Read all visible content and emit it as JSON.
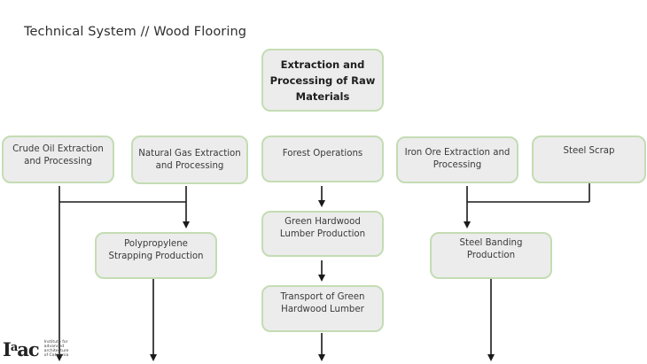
{
  "title": "Technical System // Wood Flooring",
  "colors": {
    "node_fill": "#ececec",
    "node_border": "#c4dcb4",
    "connector": "#1a1a1a"
  },
  "nodes": {
    "root": "Extraction and Processing of Raw Materials",
    "crude_oil": "Crude Oil Extraction and Processing",
    "natural_gas": "Natural Gas Extraction and Processing",
    "forest": "Forest Operations",
    "iron_ore": "Iron Ore Extraction and Processing",
    "steel_scrap": "Steel Scrap",
    "polypropylene": "Polypropylene Strapping Production",
    "green_lumber": "Green Hardwood Lumber Production",
    "transport": "Transport of Green Hardwood Lumber",
    "steel_banding": "Steel Banding Production"
  },
  "edges": [
    {
      "from": "crude_oil",
      "to": "polypropylene"
    },
    {
      "from": "natural_gas",
      "to": "polypropylene"
    },
    {
      "from": "crude_oil",
      "to": "continues-below"
    },
    {
      "from": "polypropylene",
      "to": "continues-below"
    },
    {
      "from": "forest",
      "to": "green_lumber"
    },
    {
      "from": "green_lumber",
      "to": "transport"
    },
    {
      "from": "transport",
      "to": "continues-below"
    },
    {
      "from": "iron_ore",
      "to": "steel_banding"
    },
    {
      "from": "steel_scrap",
      "to": "steel_banding"
    },
    {
      "from": "steel_banding",
      "to": "continues-below"
    }
  ],
  "logo": {
    "mark_main": "I",
    "mark_sup": "a",
    "mark_rest": "ac",
    "subtitle_lines": [
      "Institute for",
      "advanced",
      "architecture",
      "of Catalonia"
    ]
  }
}
